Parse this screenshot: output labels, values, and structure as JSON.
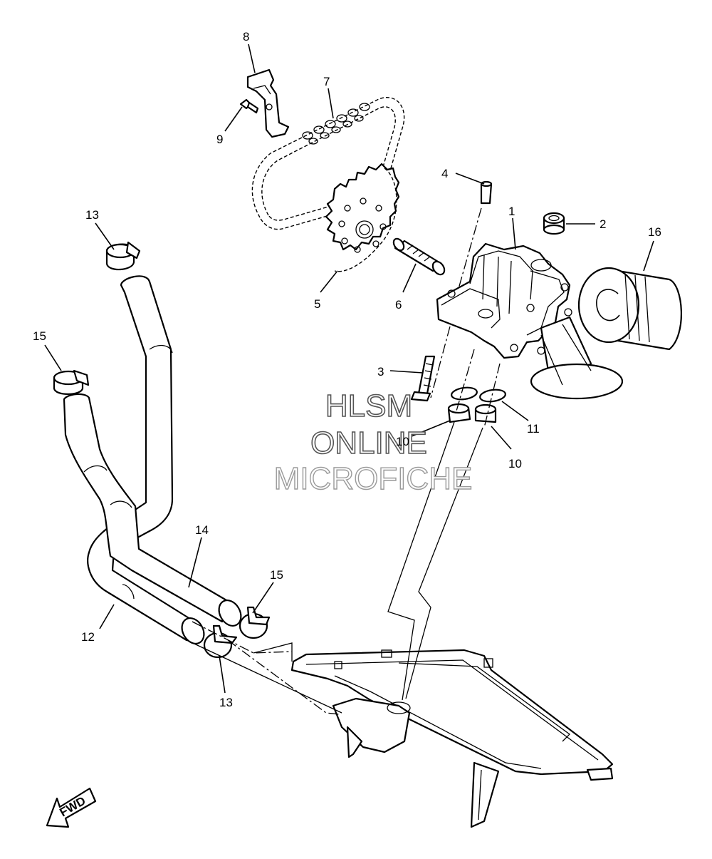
{
  "callouts": [
    "1",
    "2",
    "3",
    "4",
    "5",
    "6",
    "7",
    "8",
    "9",
    "10",
    "10",
    "11",
    "12",
    "13",
    "13",
    "14",
    "15",
    "15",
    "16"
  ],
  "watermark": [
    "HLSM",
    "ONLINE",
    "MICROFICHE"
  ],
  "fwd_label": "FWD",
  "colors": {
    "line": "#000000",
    "background": "#ffffff",
    "watermark_outline": "#555555",
    "watermark_outline_light": "#9a9a9a"
  }
}
